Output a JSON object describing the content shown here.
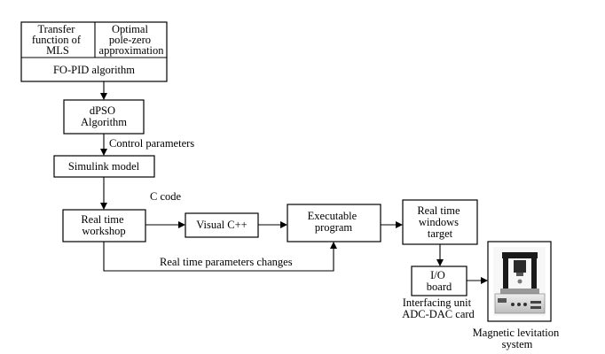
{
  "diagram": {
    "nodes": {
      "transfer_function": [
        "Transfer",
        "function of",
        "MLS"
      ],
      "optimal_approx": [
        "Optimal",
        "pole-zero",
        "approximation"
      ],
      "fopid": [
        "FO-PID algorithm"
      ],
      "dpso": [
        "dPSO",
        "Algorithm"
      ],
      "simulink": [
        "Simulink model"
      ],
      "rtw": [
        "Real time",
        "workshop"
      ],
      "visual_cpp": [
        "Visual C++"
      ],
      "executable": [
        "Executable",
        "program"
      ],
      "rtwt": [
        "Real time",
        "windows",
        "target"
      ],
      "io_board": [
        "I/O",
        "board"
      ]
    },
    "labels": {
      "control_parameters": "Control parameters",
      "c_code": "C code",
      "rt_param_changes": "Real time parameters changes",
      "interfacing_unit": [
        "Interfacing unit",
        "ADC-DAC card"
      ],
      "mls_caption": [
        "Magnetic levitation",
        "system"
      ]
    }
  },
  "colors": {
    "stroke": "#000000",
    "background": "#ffffff"
  }
}
